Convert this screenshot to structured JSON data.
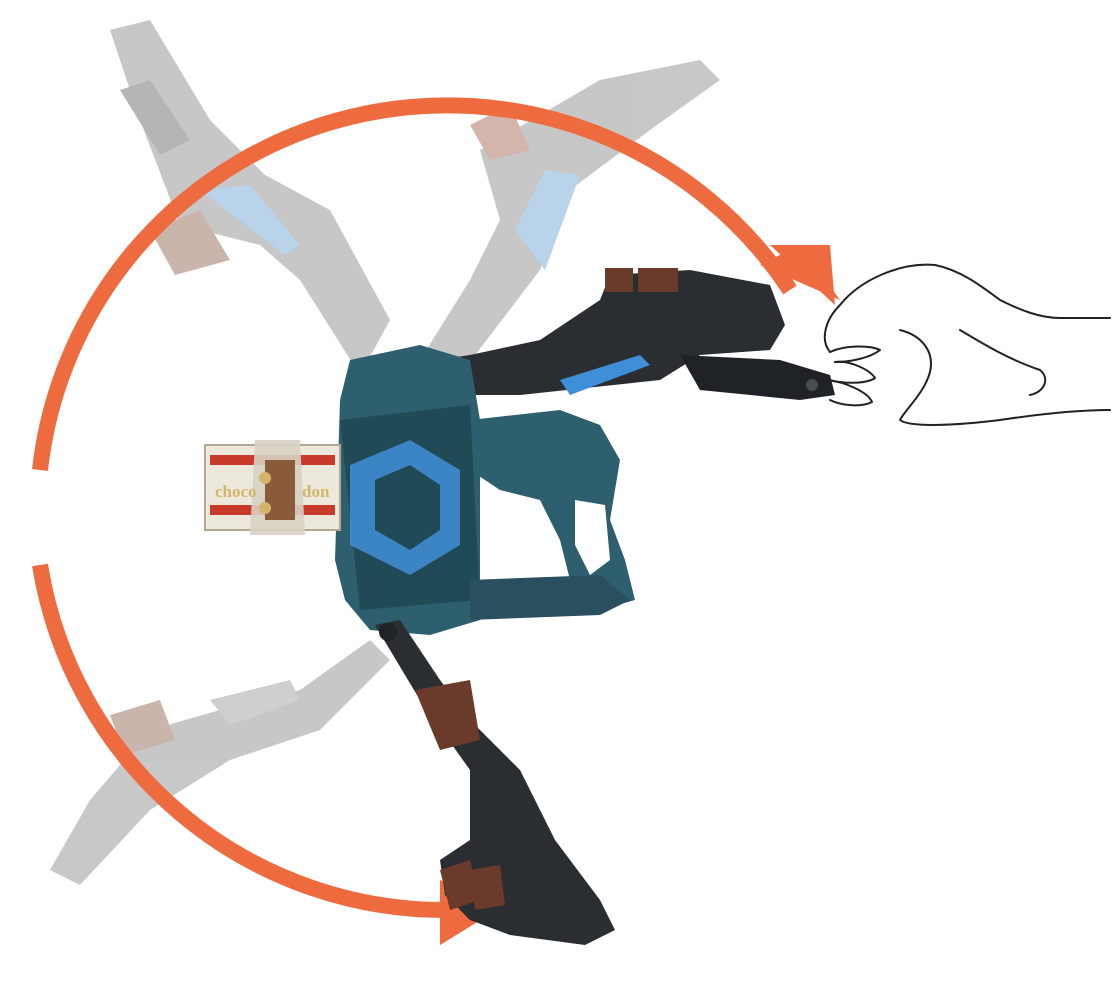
{
  "illustration": {
    "subject": "toy-blaster-grip-rotation",
    "cartridge": {
      "brand_text_left": "choco",
      "brand_text_right": "don"
    },
    "colors": {
      "arrow": "#ee6b3f",
      "body": "#2d5f6f",
      "body_dark": "#214a57",
      "accent_blue": "#3f8fd8",
      "blade_dark": "#2a2d31",
      "chocolate": "#6a3a2a",
      "ghost": "#b9b9b9",
      "cartridge_gold": "#d4b66a",
      "cartridge_red": "#c83a2a"
    },
    "icons": [
      "rotation-arrow-icon",
      "hand-icon"
    ]
  }
}
